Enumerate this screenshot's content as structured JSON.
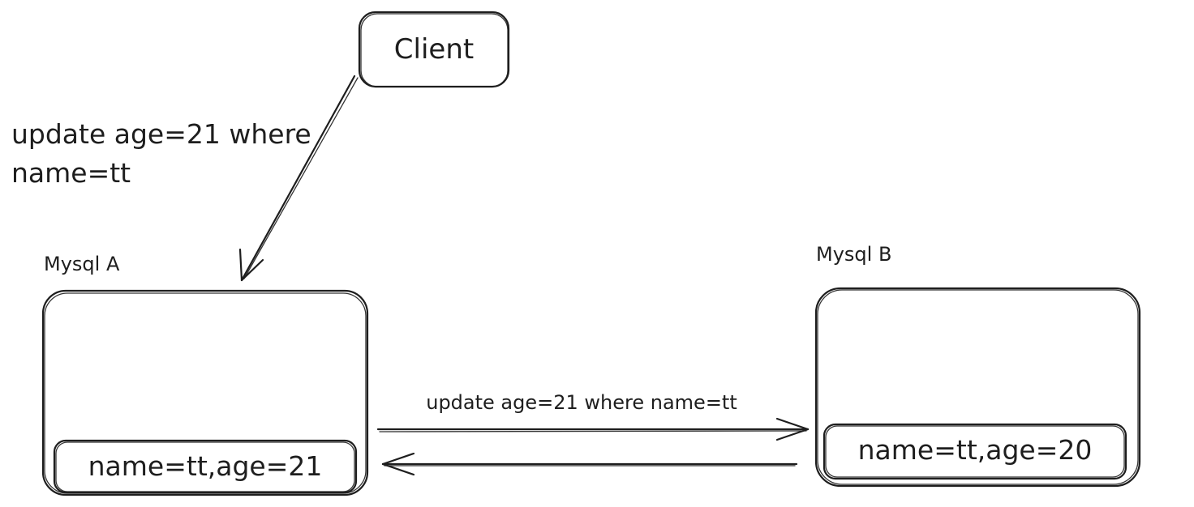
{
  "nodes": {
    "client": {
      "label": "Client"
    },
    "mysql_a": {
      "title": "Mysql A",
      "record": "name=tt,age=21"
    },
    "mysql_b": {
      "title": "Mysql B",
      "record": "name=tt,age=20"
    }
  },
  "edges": {
    "client_to_a": {
      "label_line1": "update age=21 where",
      "label_line2": "name=tt"
    },
    "a_to_b": {
      "label": "update age=21 where name=tt"
    },
    "b_to_a": {
      "label": ""
    }
  }
}
